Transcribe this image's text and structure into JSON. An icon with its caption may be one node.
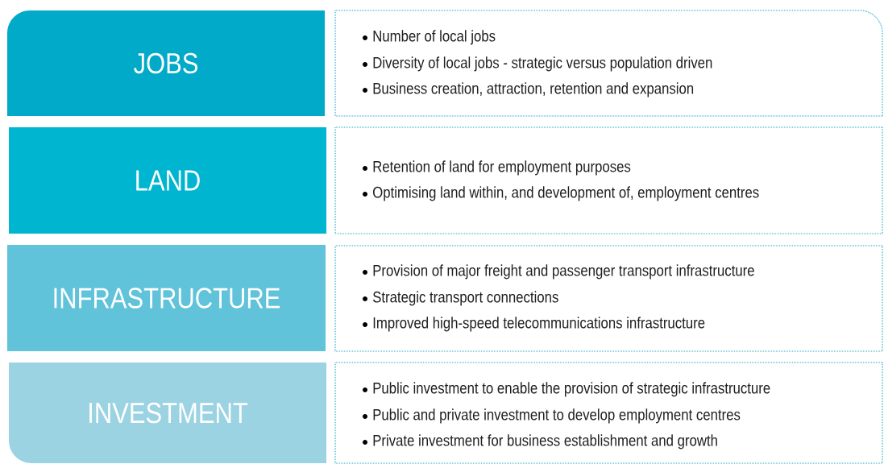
{
  "diagram": {
    "nodes": [
      {
        "text": [
          "JOBS"
        ]
      },
      {
        "text": [
          "Number of local jobs",
          "Diversity of local jobs - strategic versus population driven",
          "Business creation, attraction, retention and expansion"
        ]
      },
      {
        "text": [
          "LAND"
        ]
      },
      {
        "text": [
          "Retention of land for employment purposes",
          "Optimising land within, and development of, employment centres"
        ]
      },
      {
        "text": [
          "INFRASTRUCTURE"
        ]
      },
      {
        "text": [
          "Provision of major freight and passenger transport infrastructure",
          "Strategic transport connections",
          "Improved high-speed telecommunications infrastructure"
        ]
      },
      {
        "text": [
          "INVESTMENT"
        ]
      },
      {
        "text": [
          "Public investment to enable the provision of strategic infrastructure",
          "Public and private investment to develop employment centres",
          "Private investment for business establishment and growth"
        ]
      }
    ]
  }
}
